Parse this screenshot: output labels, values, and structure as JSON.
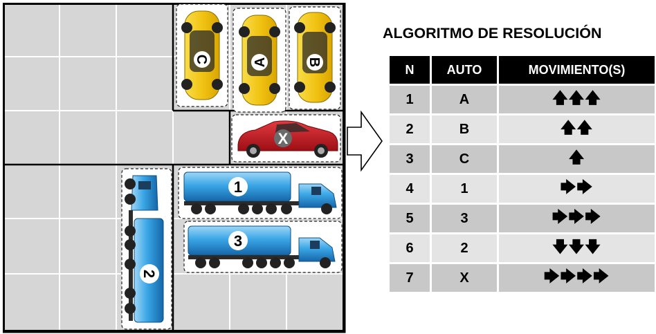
{
  "title": "ALGORITMO DE RESOLUCIÓN",
  "table": {
    "headers": {
      "n": "N",
      "auto": "AUTO",
      "movimiento": "MOVIMIENTO(S)"
    },
    "rows": [
      {
        "n": "1",
        "auto": "A",
        "moves": "🡅🡅🡅"
      },
      {
        "n": "2",
        "auto": "B",
        "moves": "🡅🡅"
      },
      {
        "n": "3",
        "auto": "C",
        "moves": "🡅"
      },
      {
        "n": "4",
        "auto": "1",
        "moves": "🡆🡆"
      },
      {
        "n": "5",
        "auto": "3",
        "moves": "🡆🡆🡆"
      },
      {
        "n": "6",
        "auto": "2",
        "moves": "🡇🡇🡇"
      },
      {
        "n": "7",
        "auto": "X",
        "moves": "🡆🡆🡆🡆"
      }
    ]
  },
  "board": {
    "vehicles": {
      "car_c": {
        "label": "C",
        "color": "#f2cc1c"
      },
      "car_a": {
        "label": "A",
        "color": "#f2cc1c"
      },
      "car_b": {
        "label": "B",
        "color": "#f2cc1c"
      },
      "car_x": {
        "label": "X",
        "color": "#c8151d"
      },
      "truck_1": {
        "label": "1",
        "color": "#3aa6e6"
      },
      "truck_3": {
        "label": "3",
        "color": "#3aa6e6"
      },
      "truck_2": {
        "label": "2",
        "color": "#3aa6e6"
      }
    }
  }
}
